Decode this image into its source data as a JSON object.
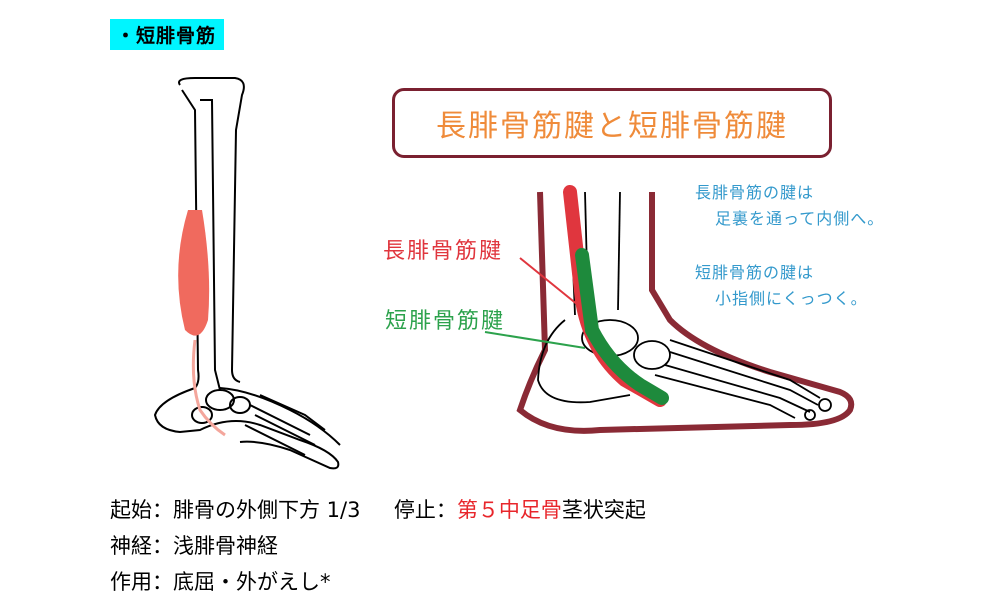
{
  "heading": "・短腓骨筋",
  "diagram": {
    "title": "長腓骨筋腱と短腓骨筋腱",
    "label_long": "長腓骨筋腱",
    "label_short": "短腓骨筋腱",
    "note1_line1": "長腓骨筋の腱は",
    "note1_line2": "足裏を通って内側へ。",
    "note2_line1": "短腓骨筋の腱は",
    "note2_line2": "小指側にくっつく。"
  },
  "info": {
    "origin_label": "起始：",
    "origin_value": "腓骨の外側下方 1/3",
    "insertion_label": "停止：",
    "insertion_highlight": "第５中足骨",
    "insertion_rest": "茎状突起",
    "nerve_label": "神経：",
    "nerve_value": "浅腓骨神経",
    "action_label": "作用：",
    "action_value": "底屈・外がえし*"
  },
  "colors": {
    "heading_bg": "#00f5ff",
    "long_tendon": "#e0363e",
    "short_tendon": "#2ca24c",
    "title_text": "#ef8b3a",
    "title_border": "#7a2030",
    "note_text": "#3399cc",
    "muscle": "#f06a5e",
    "skin_outline": "#8a2a35",
    "highlight_red": "#e8262b"
  }
}
